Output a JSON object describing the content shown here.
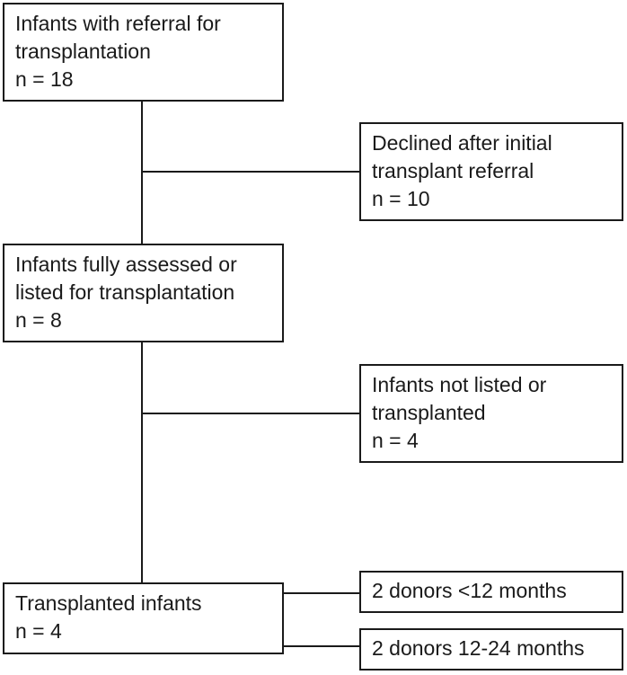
{
  "colors": {
    "stroke": "#1a1a1a",
    "background": "#ffffff"
  },
  "nodes": {
    "referral": {
      "lines": [
        "Infants with referral for",
        "transplantation",
        "n = 18"
      ]
    },
    "declined": {
      "lines": [
        "Declined after initial",
        "transplant referral",
        "n = 10"
      ]
    },
    "assessed": {
      "lines": [
        "Infants fully assessed or",
        "listed for transplantation",
        "n = 8"
      ]
    },
    "not_listed": {
      "lines": [
        "Infants not listed or",
        "transplanted",
        "n = 4"
      ]
    },
    "transplanted": {
      "lines": [
        "Transplanted infants",
        "n = 4"
      ]
    },
    "donors_under_12": {
      "lines": [
        "2 donors <12 months"
      ]
    },
    "donors_12_24": {
      "lines": [
        "2 donors 12-24 months"
      ]
    }
  }
}
